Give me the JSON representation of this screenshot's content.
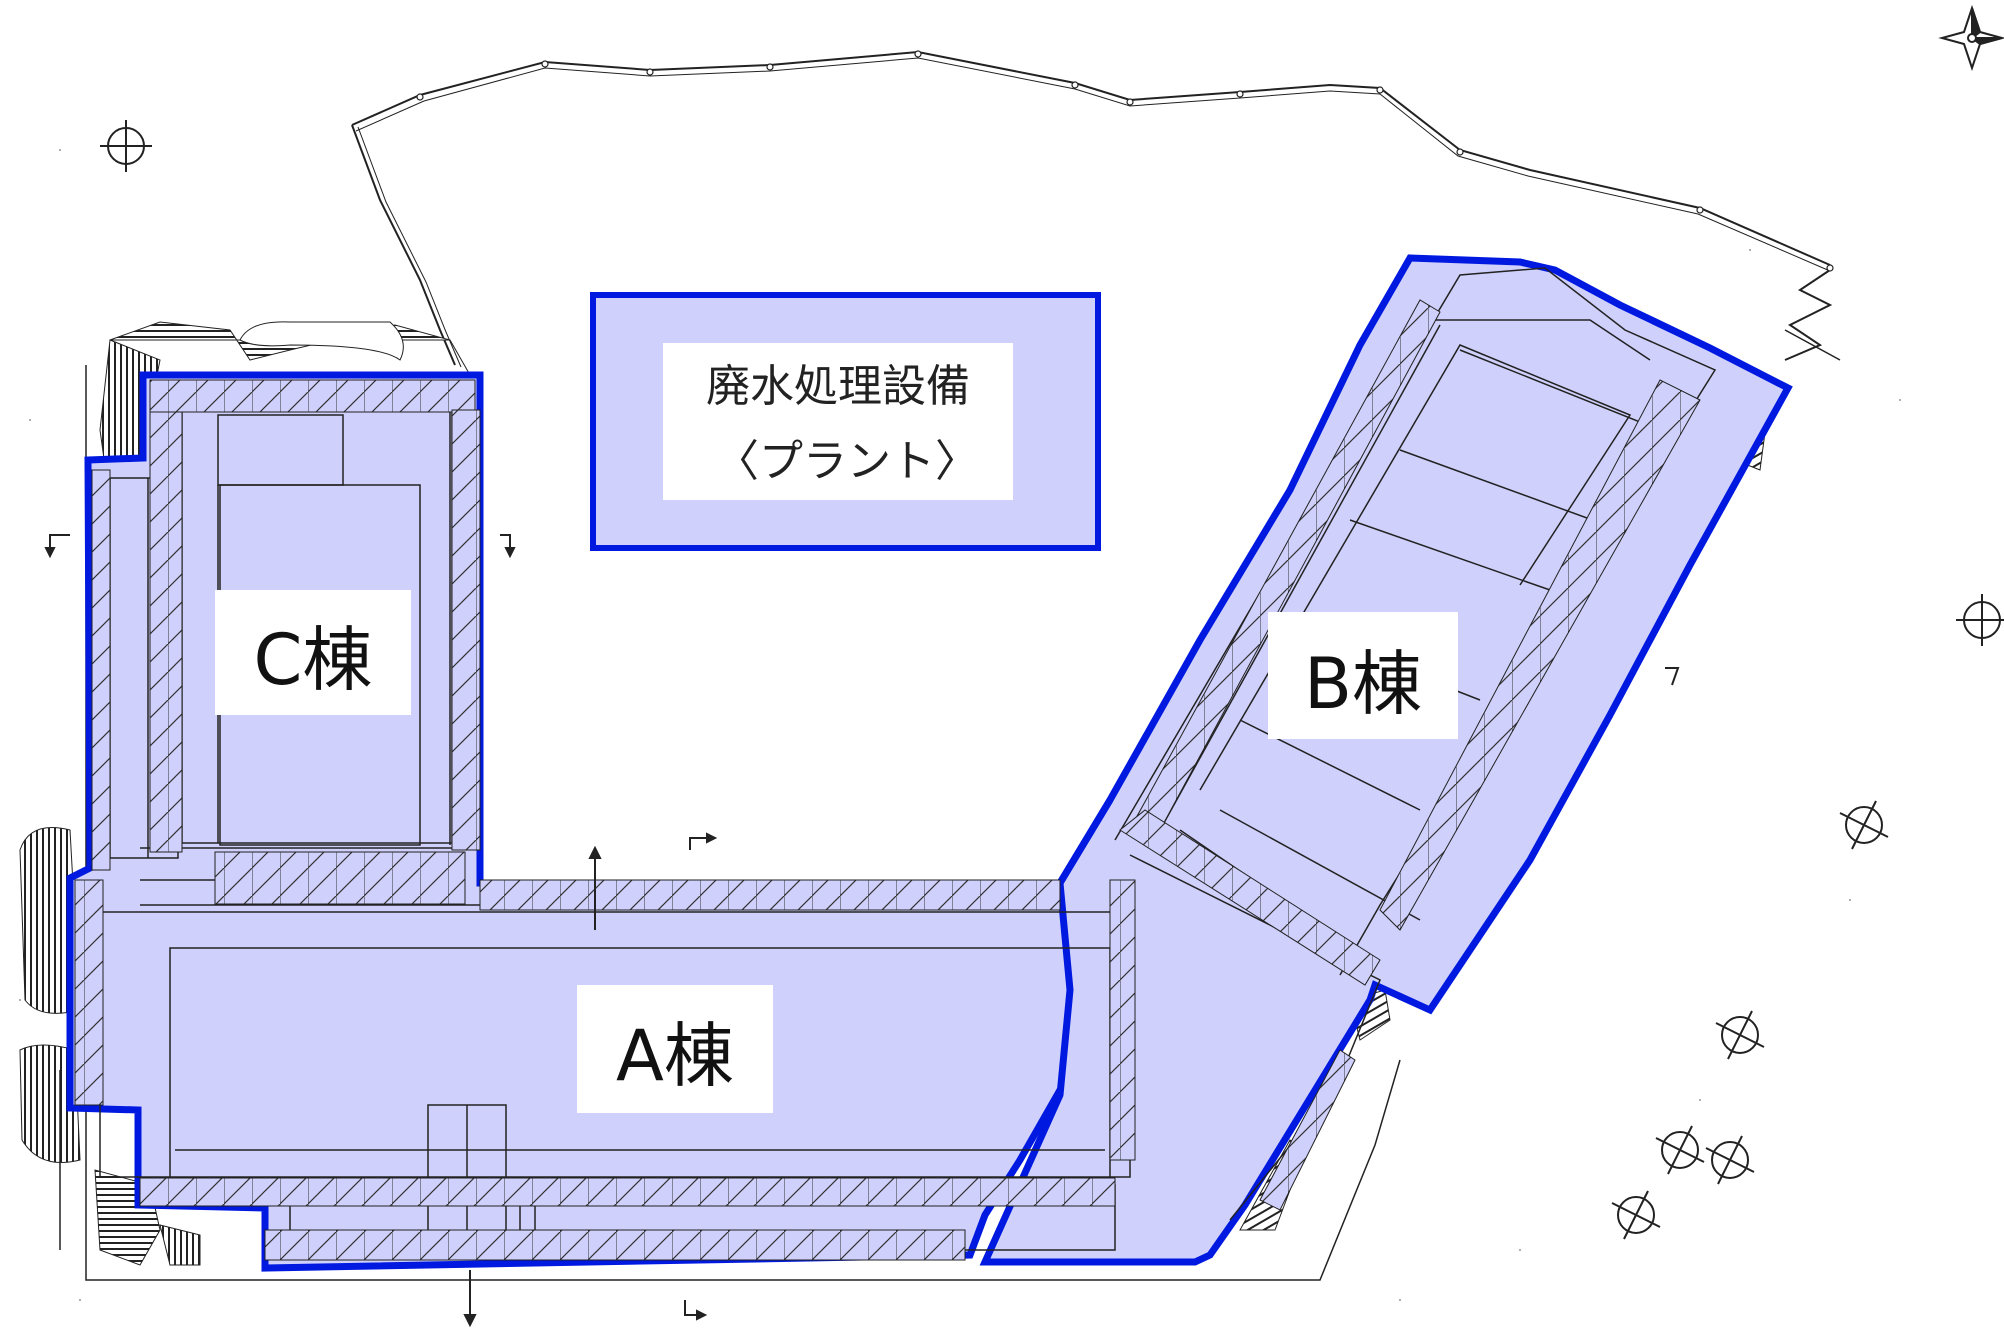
{
  "buildings": [
    {
      "id": "c",
      "label": "C棟"
    },
    {
      "id": "b",
      "label": "B棟"
    },
    {
      "id": "a",
      "label": "A棟"
    }
  ],
  "plant": {
    "line1": "廃水処理設備",
    "line2": "〈プラント〉"
  },
  "colors": {
    "outline": "#0019e0",
    "fill": "#cfd0fb",
    "hatch": "#222222",
    "label_bg": "#ffffff"
  },
  "icons": {
    "compass": "north-arrow-icon",
    "tree": "tree-symbol-icon"
  }
}
